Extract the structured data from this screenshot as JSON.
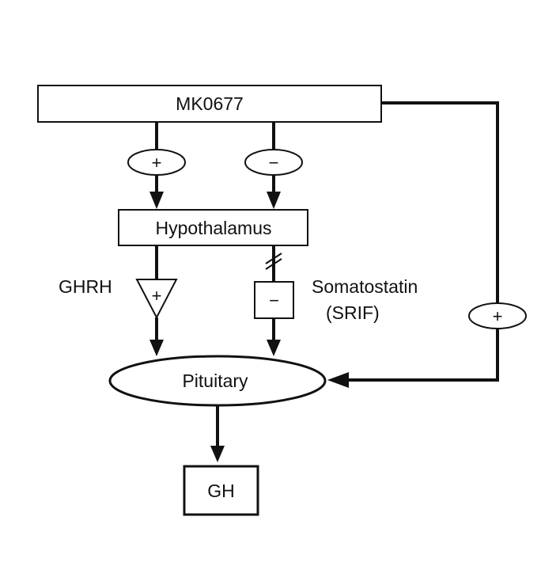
{
  "nodes": {
    "mk0677": "MK0677",
    "hypothalamus": "Hypothalamus",
    "pituitary": "Pituitary",
    "gh": "GH"
  },
  "signals": {
    "ghrh": "GHRH",
    "somatostatin": "Somatostatin",
    "srif": "(SRIF)"
  },
  "signs": {
    "mk_to_hypo_stimulate": "+",
    "mk_to_hypo_inhibit": "−",
    "ghrh_effect": "+",
    "somatostatin_effect": "−",
    "mk_to_pituitary": "+"
  },
  "colors": {
    "stroke": "#111111",
    "background": "#ffffff"
  }
}
